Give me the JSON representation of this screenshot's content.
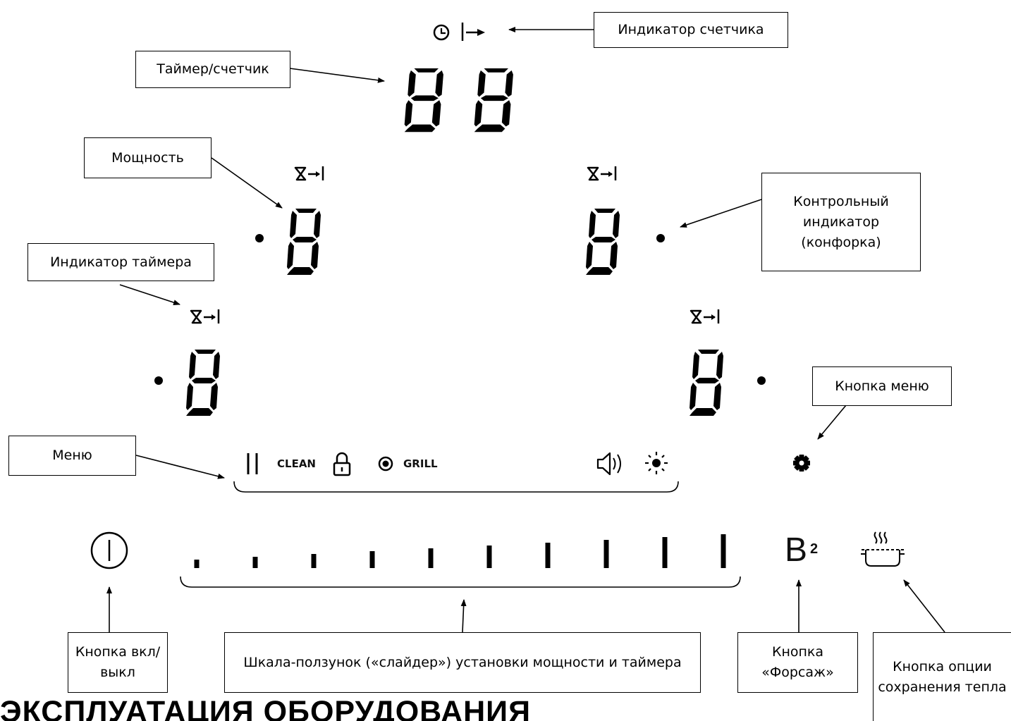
{
  "callouts": {
    "counter_indicator": "Индикатор счетчика",
    "timer_counter": "Таймер/счетчик",
    "power": "Мощность",
    "control_indicator": "Контрольный индикатор (конфорка)",
    "timer_indicator": "Индикатор таймера",
    "menu_button": "Кнопка меню",
    "menu": "Меню",
    "on_off_button": "Кнопка вкл/выкл",
    "slider": "Шкала-ползунок («слайдер») установки мощности и таймера",
    "boost_button": "Кнопка «Форсаж»",
    "keep_warm_button": "Кнопка опции сохранения тепла"
  },
  "menu_labels": {
    "clean": "CLEAN",
    "grill": "GRILL"
  },
  "boost_label": "B",
  "boost_superscript": "2",
  "slider_levels": 10,
  "heading": "ЭКСПЛУАТАЦИЯ ОБОРУДОВАНИЯ",
  "icons": [
    "clock-icon",
    "counter-arrow-icon",
    "hourglass-timer-icon",
    "pause-icon",
    "lock-icon",
    "record-icon",
    "sound-icon",
    "brightness-icon",
    "gear-icon",
    "power-icon",
    "keep-warm-pot-icon"
  ],
  "colors": {
    "ink": "#000000",
    "background": "#ffffff"
  }
}
